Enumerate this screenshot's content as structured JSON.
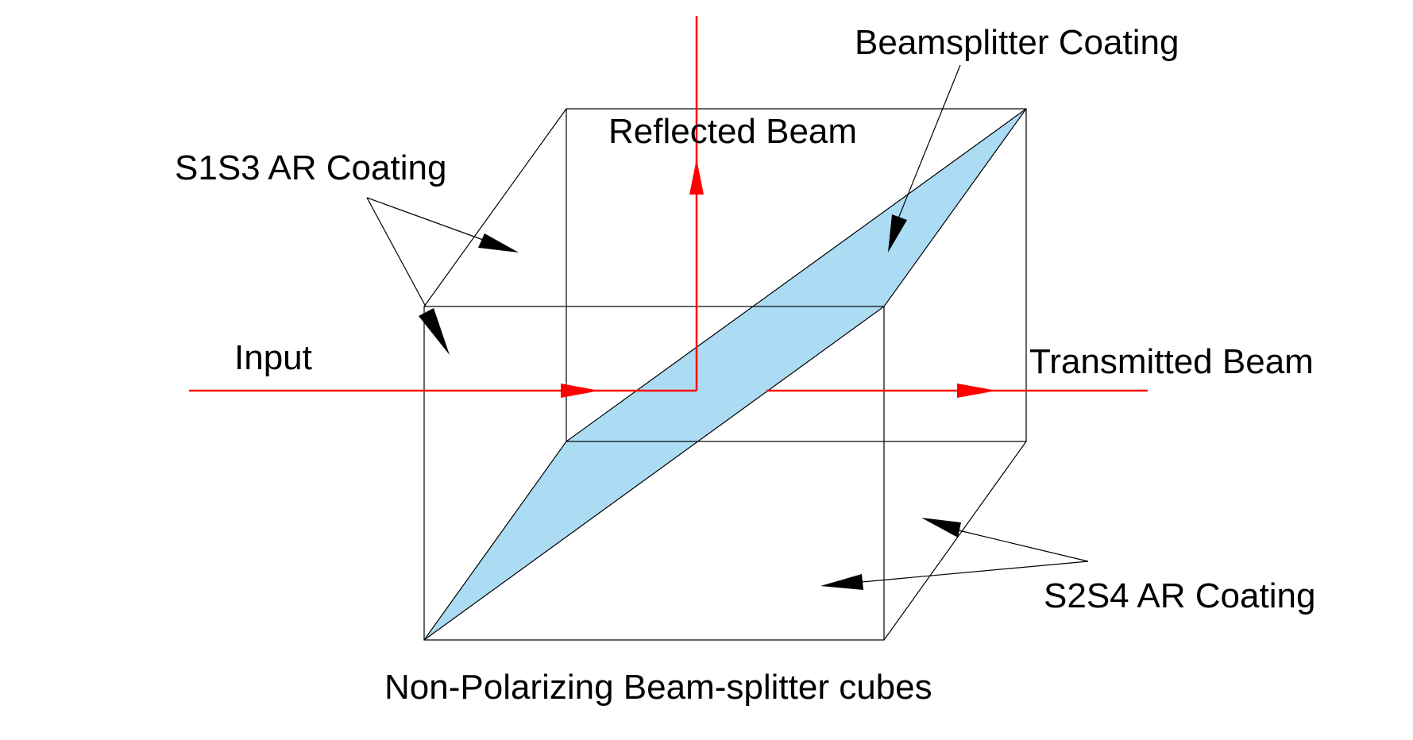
{
  "labels": {
    "beamsplitter_coating": "Beamsplitter Coating",
    "reflected_beam": "Reflected Beam",
    "s1s3_ar_coating": "S1S3 AR Coating",
    "input": "Input",
    "transmitted_beam": "Transmitted Beam",
    "s2s4_ar_coating": "S2S4 AR Coating",
    "caption": "Non-Polarizing Beam-splitter cubes"
  },
  "colors": {
    "beam": "#ff0000",
    "coating_fill": "#acdcf4",
    "outline": "#000000",
    "background": "#ffffff"
  }
}
